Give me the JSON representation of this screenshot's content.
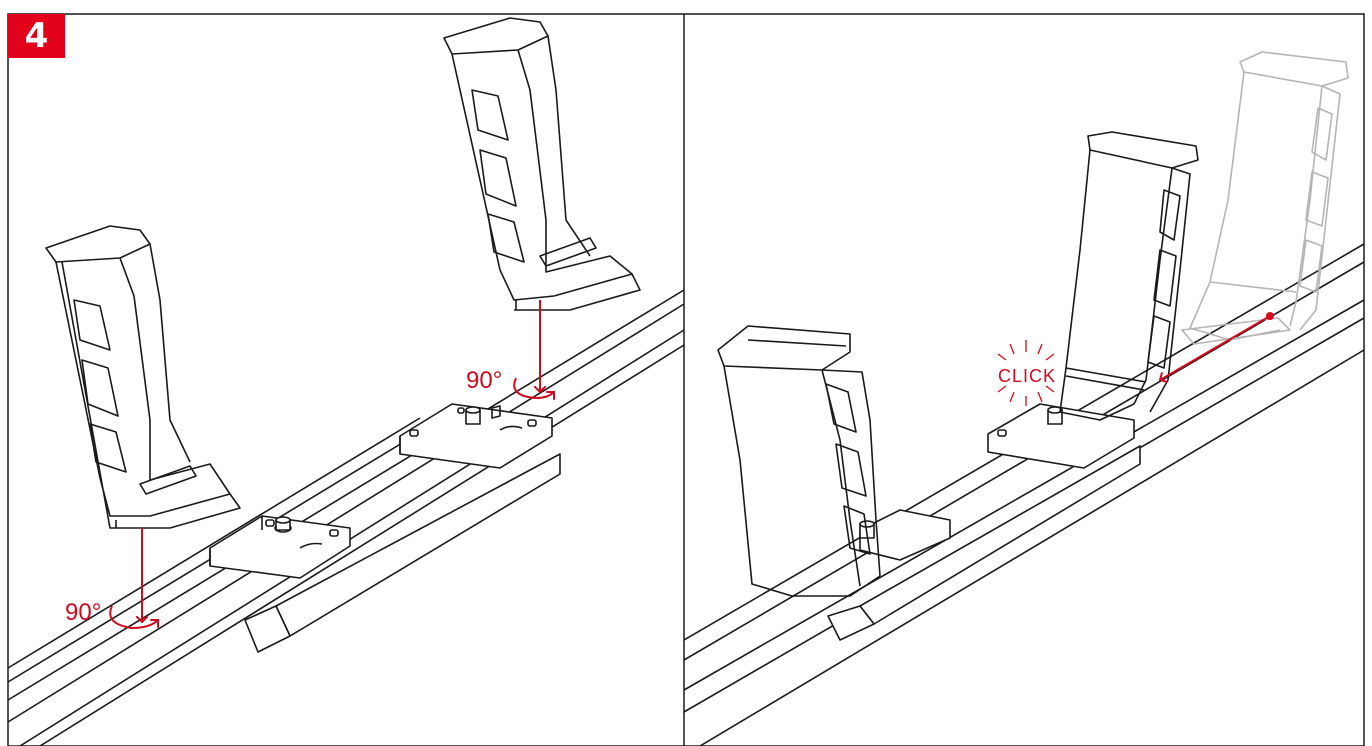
{
  "step": {
    "number": "4"
  },
  "left_panel": {
    "rotation_label_top": "90°",
    "rotation_label_bottom": "90°"
  },
  "right_panel": {
    "click_label": "CLICK"
  },
  "colors": {
    "accent": "#e2001a",
    "line": "#1a1a1a",
    "ghost": "#b5b5b5"
  }
}
